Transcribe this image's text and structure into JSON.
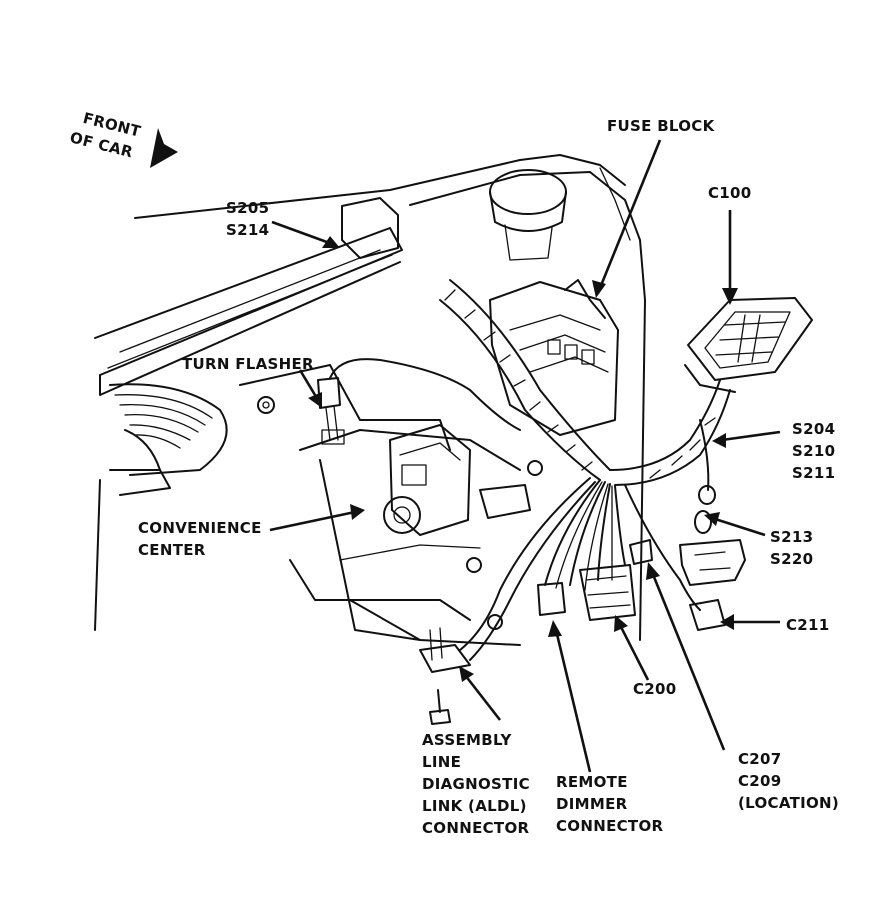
{
  "labels": {
    "front": [
      "FRONT",
      "OF CAR"
    ],
    "fuse_block": "FUSE BLOCK",
    "c100": "C100",
    "s205": [
      "S205",
      "S214"
    ],
    "turn_flasher": "TURN FLASHER",
    "s204": [
      "S204",
      "S210",
      "S211"
    ],
    "convenience": [
      "CONVENIENCE",
      "CENTER"
    ],
    "s213": [
      "S213",
      "S220"
    ],
    "c211": "C211",
    "c200": "C200",
    "aldl": [
      "ASSEMBLY",
      "LINE",
      "DIAGNOSTIC",
      "LINK (ALDL)",
      "CONNECTOR"
    ],
    "dimmer": [
      "REMOTE",
      "DIMMER",
      "CONNECTOR"
    ],
    "c207": [
      "C207",
      "C209",
      "(LOCATION)"
    ]
  },
  "colors": {
    "ink": "#111111",
    "paper": "#ffffff"
  }
}
